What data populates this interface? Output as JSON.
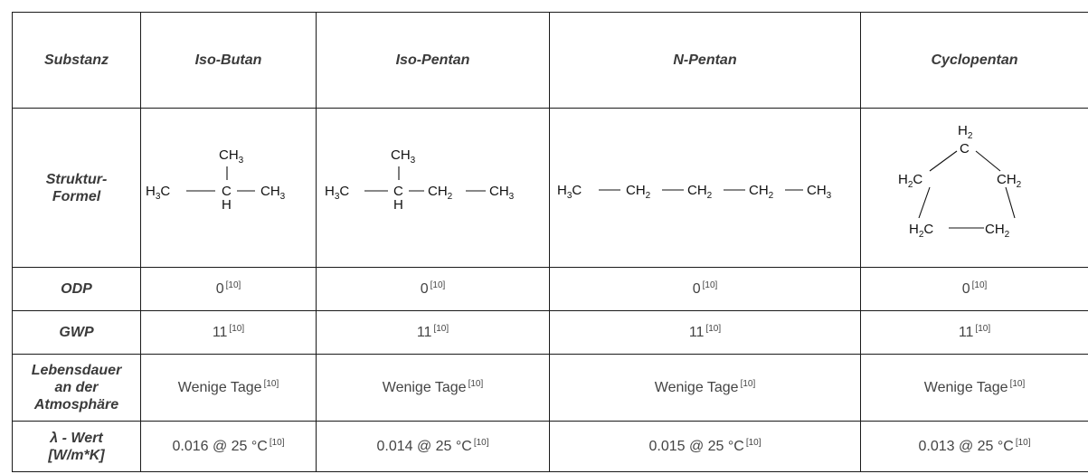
{
  "header": {
    "label": "Substanz",
    "substances": [
      "Iso-Butan",
      "Iso-Pentan",
      "N-Pentan",
      "Cyclopentan"
    ]
  },
  "rows": {
    "structure": {
      "label_1": "Struktur-",
      "label_2": "Formel"
    },
    "odp": {
      "label": "ODP",
      "values": [
        "0",
        "0",
        "0",
        "0"
      ],
      "ref": "[10]"
    },
    "gwp": {
      "label": "GWP",
      "values": [
        "11",
        "11",
        "11",
        "11"
      ],
      "ref": "[10]"
    },
    "lifetime": {
      "label_1": "Lebensdauer",
      "label_2": "an der",
      "label_3": "Atmosphäre",
      "values": [
        "Wenige Tage",
        "Wenige Tage",
        "Wenige Tage",
        "Wenige Tage"
      ],
      "ref": "[10]"
    },
    "lambda": {
      "label_1": "λ - Wert",
      "label_2": "[W/m*K]",
      "values": [
        "0.016 @ 25 °C",
        "0.014 @ 25 °C",
        "0.015 @ 25 °C",
        "0.013 @ 25 °C"
      ],
      "ref": "[10]"
    }
  },
  "formulas": {
    "CH3": "CH",
    "CH2": "CH",
    "H3C": "H",
    "H2C": "H",
    "H2": "H",
    "C": "C",
    "H": "H",
    "sub3": "3",
    "sub2": "2",
    "C_suffix": "C"
  }
}
